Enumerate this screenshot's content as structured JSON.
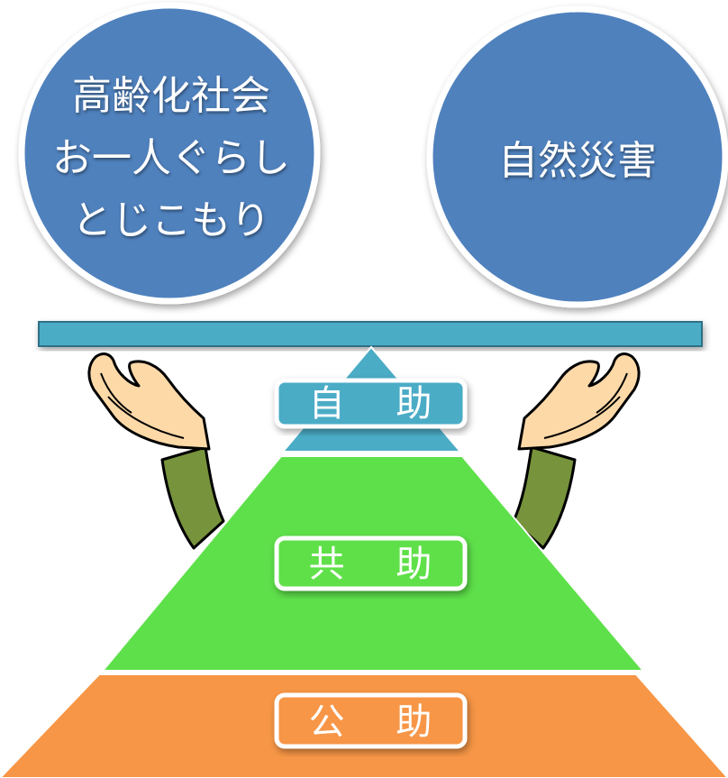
{
  "diagram": {
    "circles": [
      {
        "id": "left",
        "lines": [
          "高齢化社会",
          "お一人ぐらし",
          "とじこもり"
        ]
      },
      {
        "id": "right",
        "lines": [
          "自然災害"
        ]
      }
    ],
    "tiers": [
      {
        "id": "top",
        "label": "自 助"
      },
      {
        "id": "middle",
        "label": "共 助"
      },
      {
        "id": "bottom",
        "label": "公 助"
      }
    ],
    "colors": {
      "circle_fill": "#4f81bd",
      "plank": "#4bacc6",
      "tier_top": "#4bacc6",
      "tier_middle": "#5ee04a",
      "tier_bottom": "#f79646",
      "hand_skin": "#fdd9a8",
      "sleeve": "#77933c"
    }
  }
}
